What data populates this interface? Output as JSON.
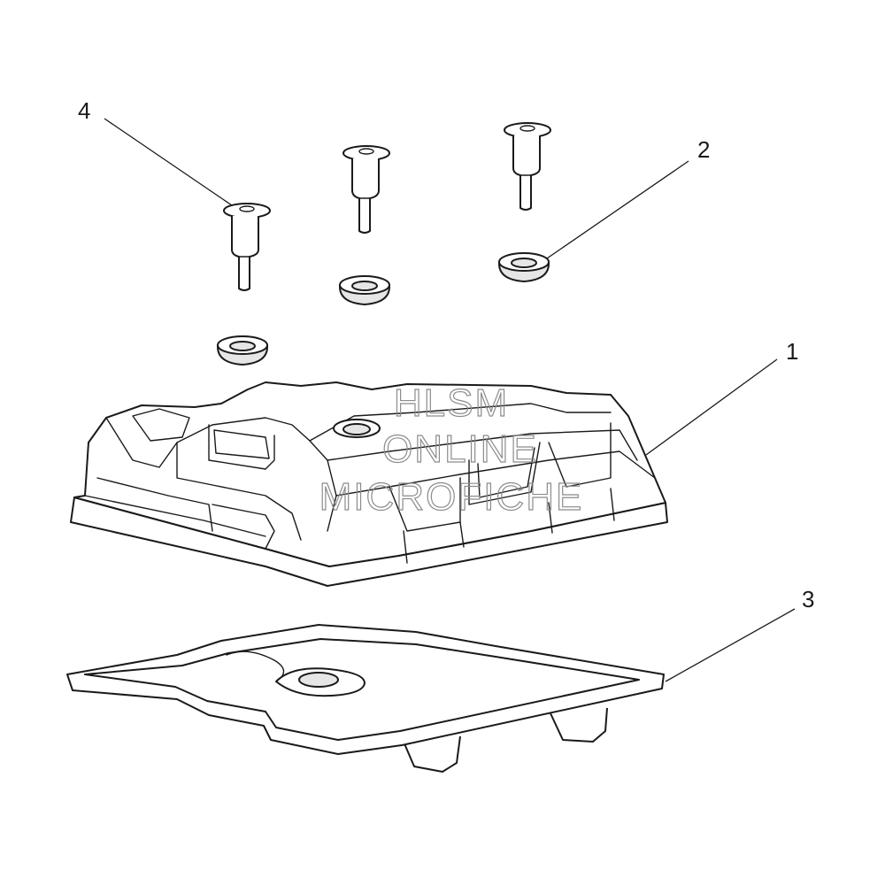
{
  "callouts": [
    {
      "label": "1",
      "part": "cylinder-head-cover"
    },
    {
      "label": "2",
      "part": "grommet"
    },
    {
      "label": "3",
      "part": "cover-gasket"
    },
    {
      "label": "4",
      "part": "cover-bolt"
    }
  ],
  "watermark": {
    "line1": "HLSM",
    "line2": "ONLINE",
    "line3": "MICROFICHE",
    "color": "#8c8c8c"
  }
}
